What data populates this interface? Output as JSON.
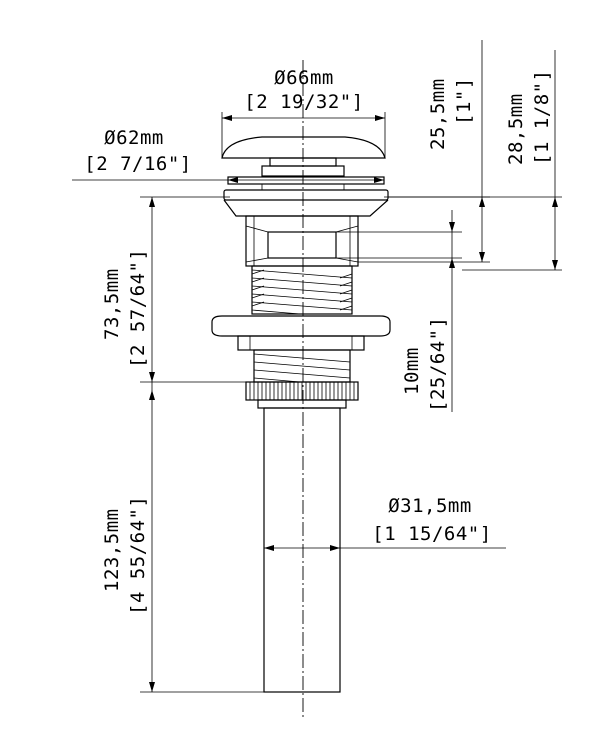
{
  "dimensions": {
    "cap_diameter": {
      "metric": "Ø66mm",
      "imperial": "[2 19/32\"]"
    },
    "flange_diameter": {
      "metric": "Ø62mm",
      "imperial": "[2 7/16\"]"
    },
    "cap_height": {
      "metric": "25,5mm",
      "imperial": "[1\"]"
    },
    "total_cap_height": {
      "metric": "28,5mm",
      "imperial": "[1 1/8\"]"
    },
    "body_length": {
      "metric": "73,5mm",
      "imperial": "[2 57/64\"]"
    },
    "nut_height": {
      "metric": "10mm",
      "imperial": "[25/64\"]"
    },
    "tail_length": {
      "metric": "123,5mm",
      "imperial": "[4 55/64\"]"
    },
    "tail_diameter": {
      "metric": "Ø31,5mm",
      "imperial": "[1 15/64\"]"
    }
  }
}
